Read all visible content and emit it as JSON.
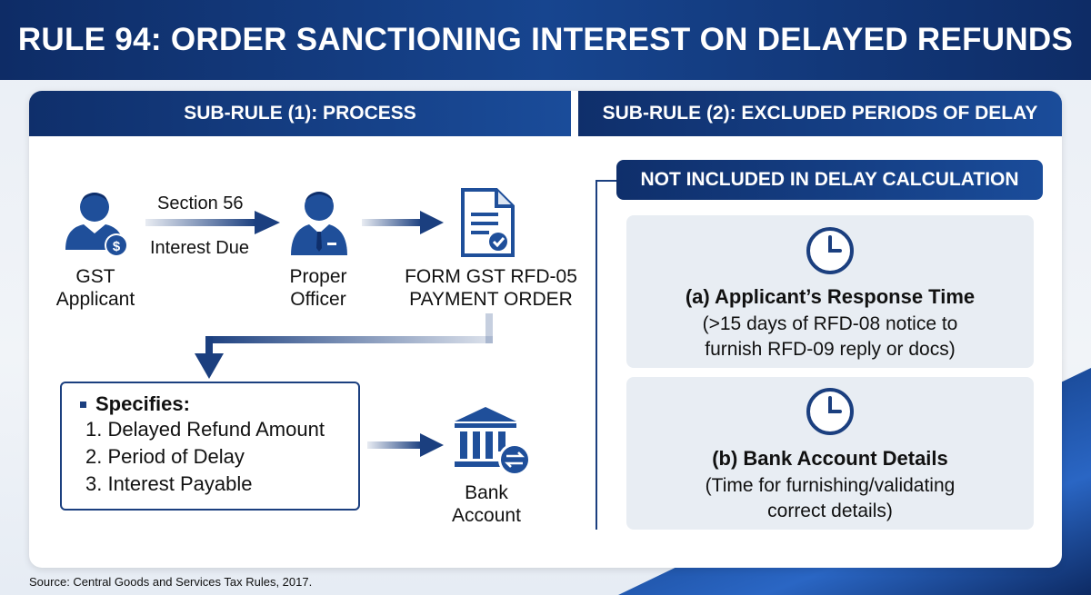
{
  "title": "RULE 94: ORDER SANCTIONING INTEREST ON DELAYED REFUNDS",
  "subrule1": {
    "header": "SUB-RULE (1): PROCESS",
    "applicant": {
      "line1": "GST",
      "line2": "Applicant"
    },
    "arrow1": {
      "top": "Section 56",
      "bottom": "Interest Due"
    },
    "officer": {
      "line1": "Proper",
      "line2": "Officer"
    },
    "form": {
      "line1": "FORM GST RFD-05",
      "line2": "PAYMENT ORDER"
    },
    "specifies": {
      "heading": "Specifies:",
      "items": [
        "1. Delayed Refund Amount",
        "2. Period of Delay",
        "3. Interest Payable"
      ]
    },
    "bank": {
      "line1": "Bank",
      "line2": "Account"
    }
  },
  "subrule2": {
    "header": "SUB-RULE (2): EXCLUDED PERIODS OF DELAY",
    "excluded_header": "NOT INCLUDED IN DELAY CALCULATION",
    "items": [
      {
        "title": "(a) Applicant’s Response Time",
        "desc1": "(>15 days of RFD-08 notice to",
        "desc2": "furnish RFD-09 reply or docs)",
        "icon": "clock-icon"
      },
      {
        "title": "(b) Bank Account Details",
        "desc1": "(Time for furnishing/validating",
        "desc2": "correct details)",
        "icon": "clock-icon"
      }
    ]
  },
  "source": "Source: Central Goods and Services Tax Rules, 2017.",
  "colors": {
    "primary": "#0f2f6b",
    "accent": "#1a4c9a",
    "panel": "#e8edf3"
  }
}
